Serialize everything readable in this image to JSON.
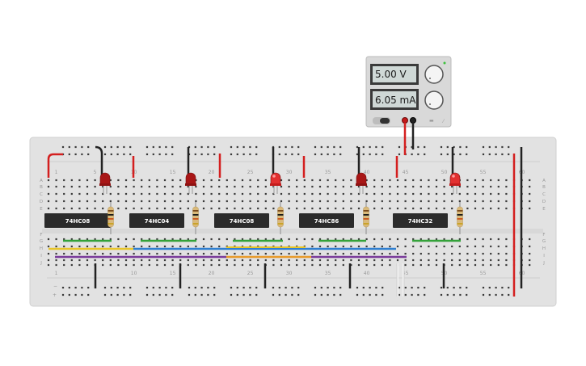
{
  "power_supply": {
    "voltage_display": "5.00 V",
    "current_display": "6.05 mA"
  },
  "breadboard": {
    "column_numbers_top": [
      "1",
      "5",
      "10",
      "15",
      "20",
      "25",
      "30",
      "35",
      "40",
      "45",
      "50",
      "55",
      "60"
    ],
    "column_numbers_bottom": [
      "1",
      "10",
      "15",
      "20",
      "25",
      "30",
      "35",
      "40",
      "45",
      "50",
      "55",
      "60"
    ],
    "row_letters_top": [
      "A",
      "B",
      "C",
      "D",
      "E"
    ],
    "row_letters_bottom": [
      "F",
      "G",
      "H",
      "I",
      "J"
    ]
  },
  "chips": [
    {
      "label": "74HC08"
    },
    {
      "label": "74HC04"
    },
    {
      "label": "74HC08"
    },
    {
      "label": "74HC86"
    },
    {
      "label": "74HC32"
    }
  ],
  "colors": {
    "board": "#e2e2e2",
    "hole": "#3a3a3a",
    "wire_red": "#d41f1f",
    "wire_black": "#222222",
    "wire_green": "#34a23a",
    "wire_yellow": "#e8c52a",
    "wire_blue": "#2f7fd0",
    "wire_orange": "#e79a2b",
    "wire_purple": "#7a3b9a",
    "led_red": "#c21818",
    "chip": "#2b2b2b"
  }
}
